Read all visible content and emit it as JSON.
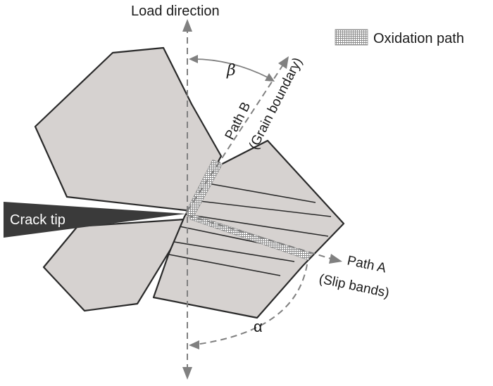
{
  "labels": {
    "load_direction": "Load direction",
    "legend_oxidation": "Oxidation path",
    "path_b_line1": "Path B",
    "path_b_line2": "(Grain boundary)",
    "path_a_line1": "Path A",
    "path_a_line2": "(Slip bands)",
    "crack_tip": "Crack tip",
    "alpha": "α",
    "beta": "β"
  },
  "colors": {
    "grain_fill": "#d6d2d0",
    "outline": "#2a2a2a",
    "crack": "#3a3a3a",
    "arrow": "#808080",
    "oxidation": "#9a9a9a"
  }
}
